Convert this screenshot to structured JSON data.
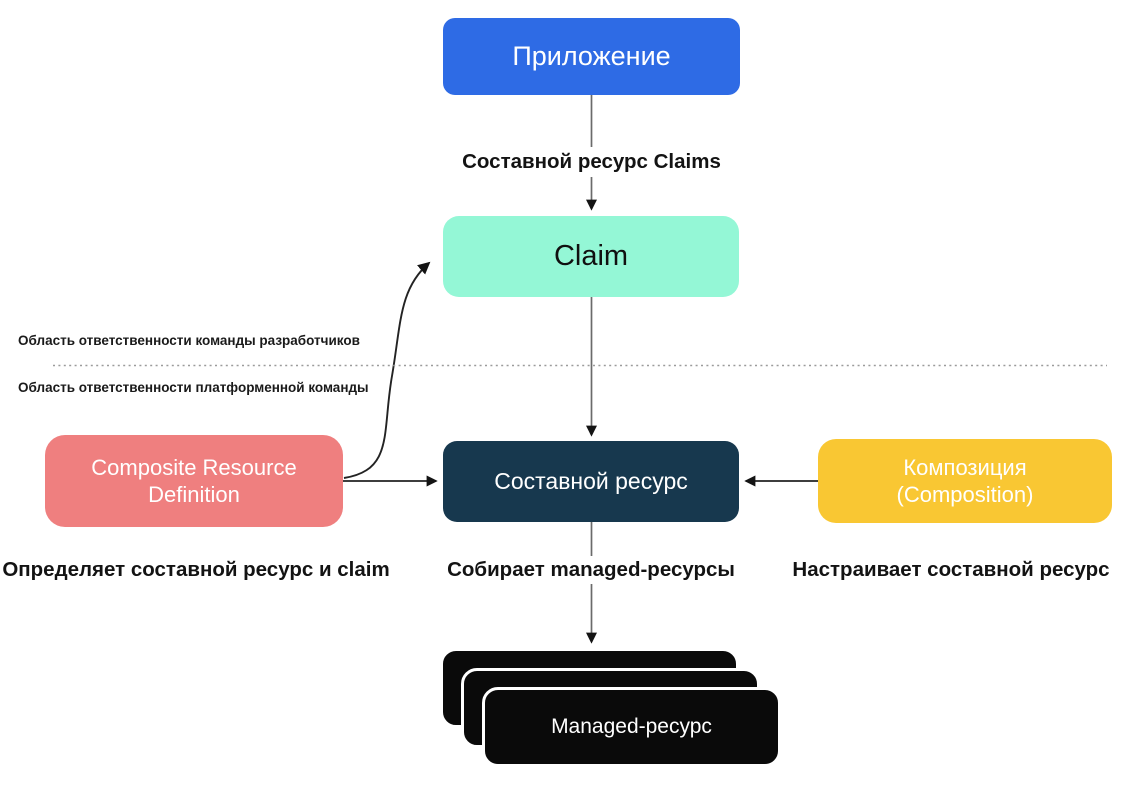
{
  "diagram": {
    "nodes": {
      "application": {
        "label": "Приложение",
        "color": "#2e6be5",
        "text_color": "#ffffff"
      },
      "claim": {
        "label": "Claim",
        "color": "#94f7d6",
        "text_color": "#101010"
      },
      "composite_resource_definition": {
        "label": "Composite Resource Definition",
        "color": "#ef7f7f",
        "text_color": "#ffffff"
      },
      "composite_resource": {
        "label": "Составной ресурс",
        "color": "#17384e",
        "text_color": "#ffffff"
      },
      "composition": {
        "label": "Композиция (Composition)",
        "color": "#f9c733",
        "text_color": "#ffffff"
      },
      "managed_resource": {
        "label": "Managed-ресурс",
        "color": "#0a0a0a",
        "text_color": "#ffffff"
      }
    },
    "edge_labels": {
      "claims": "Составной ресурс Claims"
    },
    "captions": {
      "xrd": "Определяет составной ресурс и claim",
      "composite_resource": "Собирает managed-ресурсы",
      "composition": "Настраивает составной ресурс"
    },
    "boundary": {
      "above": "Область ответственности команды разработчиков",
      "below": "Область ответственности платформенной команды"
    }
  }
}
